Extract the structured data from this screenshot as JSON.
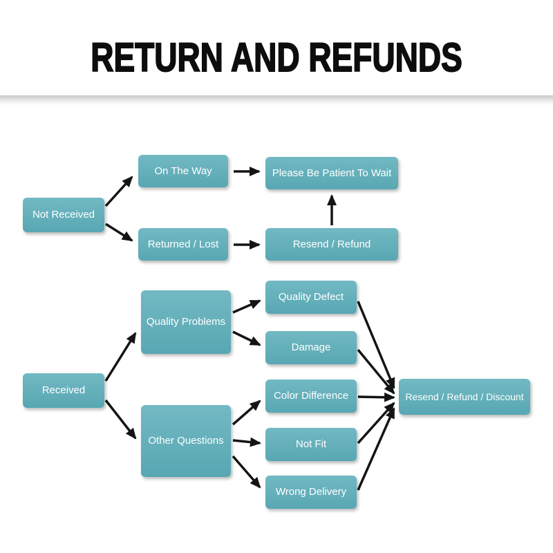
{
  "title": "RETURN AND REFUNDS",
  "flowchart": {
    "colors": {
      "box": "#58a7b3",
      "box_light": "#72b9c3",
      "text": "#ffffff",
      "arrow": "#141414"
    },
    "nodes": [
      {
        "id": "not-received",
        "label": "Not Received"
      },
      {
        "id": "on-the-way",
        "label": "On The Way"
      },
      {
        "id": "please-be-patient",
        "label": "Please Be Patient To Wait"
      },
      {
        "id": "returned-lost",
        "label": "Returned / Lost"
      },
      {
        "id": "resend-refund",
        "label": "Resend / Refund"
      },
      {
        "id": "received",
        "label": "Received"
      },
      {
        "id": "quality-problems",
        "label": "Quality Problems"
      },
      {
        "id": "other-questions",
        "label": "Other Questions"
      },
      {
        "id": "quality-defect",
        "label": "Quality Defect"
      },
      {
        "id": "damage",
        "label": "Damage"
      },
      {
        "id": "color-difference",
        "label": "Color Difference"
      },
      {
        "id": "not-fit",
        "label": "Not Fit"
      },
      {
        "id": "wrong-delivery",
        "label": "Wrong Delivery"
      },
      {
        "id": "resend-refund-discount",
        "label": "Resend / Refund / Discount"
      }
    ]
  }
}
